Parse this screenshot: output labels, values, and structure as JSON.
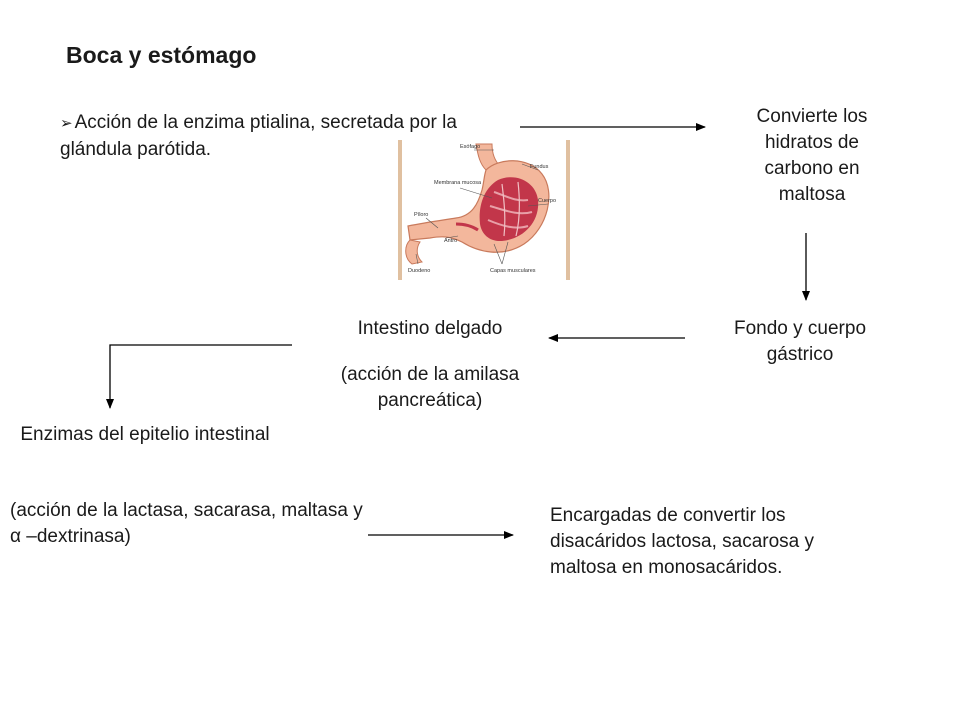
{
  "title": "Boca y estómago",
  "steps": {
    "bullet_glyph": "➢",
    "ptialina": "Acción de la enzima ptialina, secretada por la glándula parótida.",
    "convierte": "Convierte los hidratos de carbono en maltosa",
    "fondo": "Fondo y cuerpo gástrico",
    "intestino": "Intestino delgado",
    "intestino_accion": "(acción de la amilasa pancreática)",
    "enzimas": "Enzimas del epitelio intestinal",
    "enzimas_accion": "(acción de la lactasa, sacarasa, maltasa y  α –dextrinasa)",
    "encargadas": "Encargadas de convertir los disacáridos  lactosa, sacarosa y maltosa en monosacáridos."
  },
  "stomach_labels": {
    "esofago": "Esófago",
    "fundus": "Fundus",
    "membrana": "Membrana mucosa",
    "cuerpo": "Cuerpo",
    "piloro": "Píloro",
    "antro": "Antro",
    "duodeno": "Duodeno",
    "capas": "Capas musculares"
  },
  "colors": {
    "text": "#1a1a1a",
    "arrow": "#000000",
    "stomach_outer": "#f3b79c",
    "stomach_inner": "#c2364a",
    "mucosa": "#e8a0a8"
  },
  "icons": {
    "bullet": "arrowhead-bullet-icon",
    "stomach": "stomach-illustration-icon"
  }
}
